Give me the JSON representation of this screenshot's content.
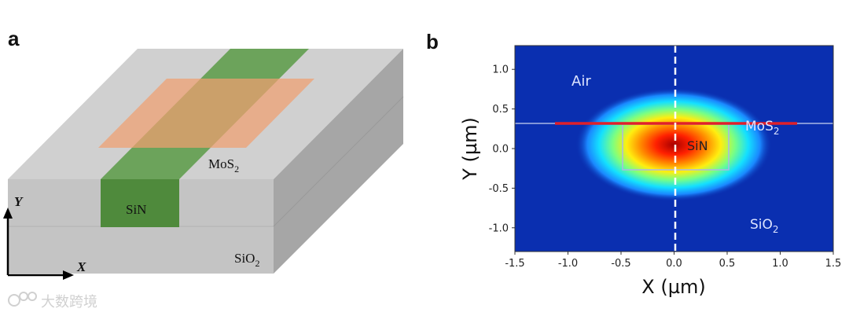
{
  "figure": {
    "panel_a": {
      "label": "a",
      "materials": {
        "mos2": "MoS",
        "mos2_sub": "2",
        "sin": "SiN",
        "sio2": "SiO",
        "sio2_sub": "2"
      },
      "axes": {
        "y": "Y",
        "x": "X"
      },
      "colors": {
        "substrate_top": "#d0d0d0",
        "substrate_front": "#c4c4c4",
        "substrate_side": "#a6a6a6",
        "waveguide": "#5a9b47",
        "mos2": "#f0a070"
      }
    },
    "panel_b": {
      "label": "b",
      "regions": {
        "air": "Air",
        "mos2": "MoS",
        "mos2_sub": "2",
        "sin": "SiN",
        "sio2": "SiO",
        "sio2_sub": "2"
      },
      "xlabel": "X (µm)",
      "ylabel": "Y (µm)",
      "xlim": [
        -1.5,
        1.5
      ],
      "ylim": [
        -1.3,
        1.3
      ],
      "xticks": [
        "-1.5",
        "-1.0",
        "-0.5",
        "0.0",
        "0.5",
        "1.0",
        "1.5"
      ],
      "yticks": [
        "1.0",
        "0.5",
        "0.0",
        "-0.5",
        "-1.0"
      ],
      "colors": {
        "background": "#0a2fb0",
        "interface_line": "#aab8e6",
        "mos2_layer": "#e0202a",
        "field_peak": "#a80000",
        "divider": "#ffffff"
      }
    },
    "watermark": "大数跨境"
  }
}
